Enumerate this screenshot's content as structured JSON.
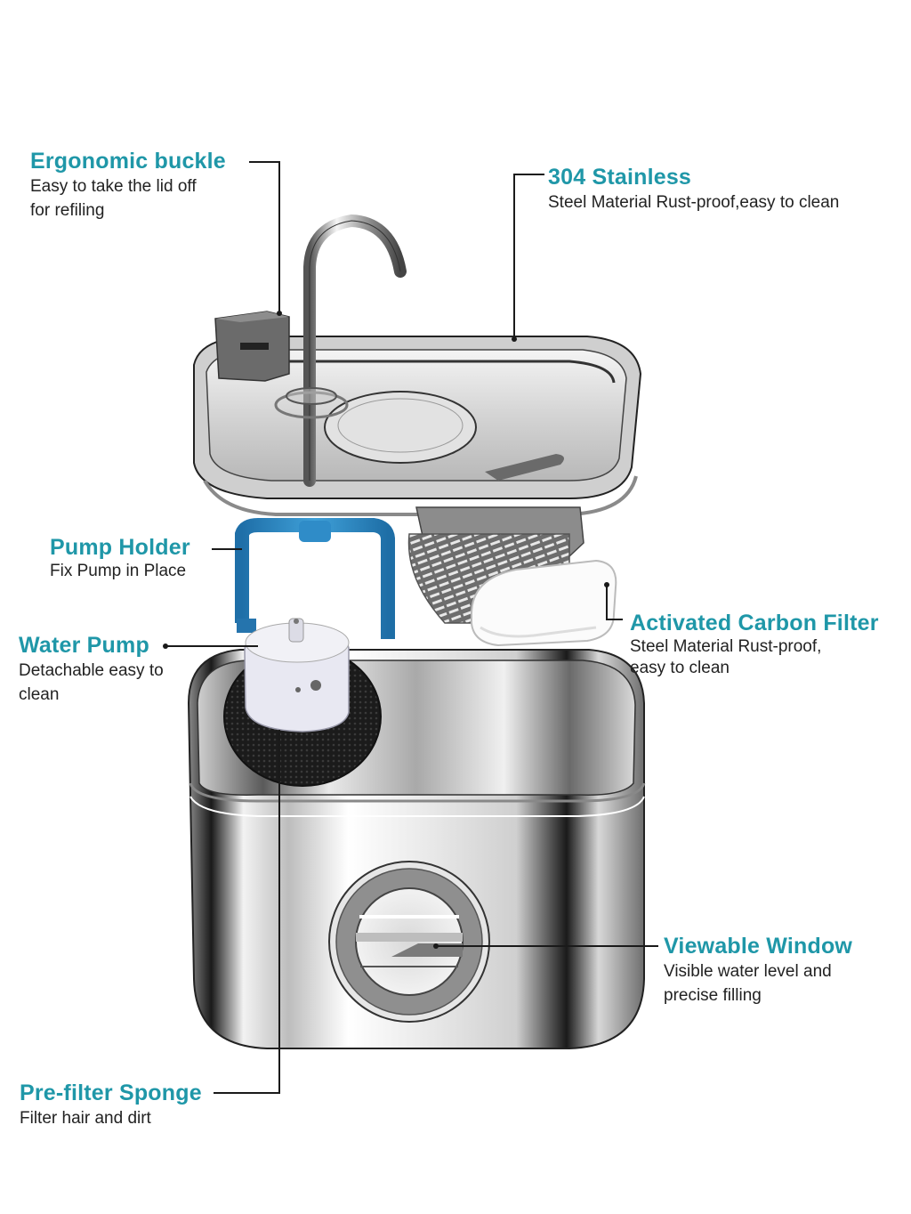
{
  "diagram": {
    "subject": "Stainless steel pet water fountain, exploded view",
    "accent_color": "#1f97a8",
    "text_color": "#222222",
    "leader_line_color": "#1a1a1a"
  },
  "callouts": [
    {
      "id": "ergonomic-buckle",
      "title": "Ergonomic buckle",
      "desc_lines": [
        "Easy to take the lid off",
        "for refiling"
      ]
    },
    {
      "id": "stainless-steel",
      "title": "304 Stainless",
      "desc_lines": [
        "Steel Material Rust-proof,easy to clean"
      ]
    },
    {
      "id": "pump-holder",
      "title": "Pump Holder",
      "desc_lines": [
        "Fix Pump in Place"
      ]
    },
    {
      "id": "water-pump",
      "title": "Water Pump",
      "desc_lines": [
        "Detachable easy to",
        "clean"
      ]
    },
    {
      "id": "carbon-filter",
      "title": "Activated Carbon Filter",
      "desc_lines": [
        "Steel Material Rust-proof,",
        "easy to clean"
      ]
    },
    {
      "id": "viewable-window",
      "title": "Viewable Window",
      "desc_lines": [
        "Visible water level and",
        "precise filling"
      ]
    },
    {
      "id": "prefilter-sponge",
      "title": "Pre-filter Sponge",
      "desc_lines": [
        "Filter hair and dirt"
      ]
    }
  ],
  "components": {
    "faucet": "faucet-spout",
    "lid": "stainless-lid-tray",
    "buckle": "ergonomic-buckle-clip",
    "holder": "blue-pump-holder",
    "pump": "white-water-pump",
    "sponge": "black-prefilter-sponge",
    "filter_basket": "gray-filter-basket",
    "carbon": "white-carbon-filter",
    "tank": "stainless-water-tank",
    "window": "round-viewing-window"
  }
}
